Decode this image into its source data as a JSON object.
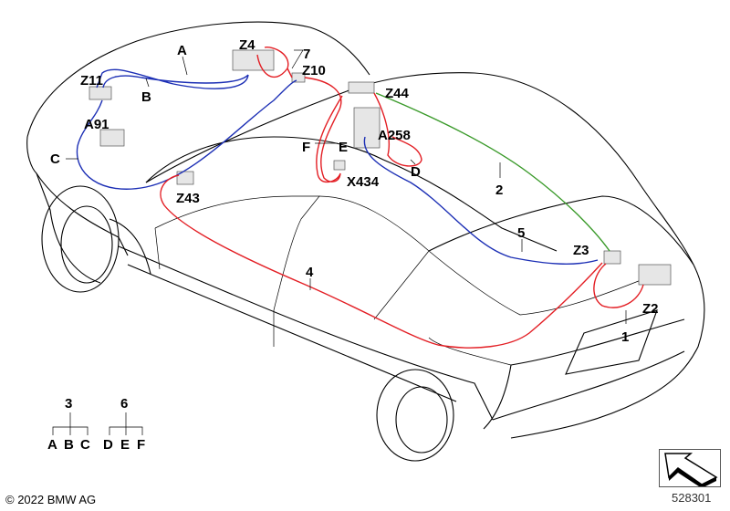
{
  "labels": {
    "A": "A",
    "B": "B",
    "C": "C",
    "Z11": "Z11",
    "A91": "A91",
    "Z4": "Z4",
    "n7": "7",
    "Z10": "Z10",
    "Z44": "Z44",
    "A258": "A258",
    "F": "F",
    "E": "E",
    "D": "D",
    "X434": "X434",
    "n2": "2",
    "Z43": "Z43",
    "n5": "5",
    "Z3": "Z3",
    "n4": "4",
    "Z2": "Z2",
    "n1": "1"
  },
  "legend": {
    "group3": {
      "number": "3",
      "items": [
        "A",
        "B",
        "C"
      ]
    },
    "group6": {
      "number": "6",
      "items": [
        "D",
        "E",
        "F"
      ]
    }
  },
  "footer": {
    "copyright": "© 2022 BMW AG",
    "doc_number": "528301"
  },
  "icons": {
    "nav": "arrow-navigation-icon"
  },
  "colors": {
    "red": "#e31e24",
    "blue": "#1c2fb5",
    "green": "#3a9a2a"
  }
}
